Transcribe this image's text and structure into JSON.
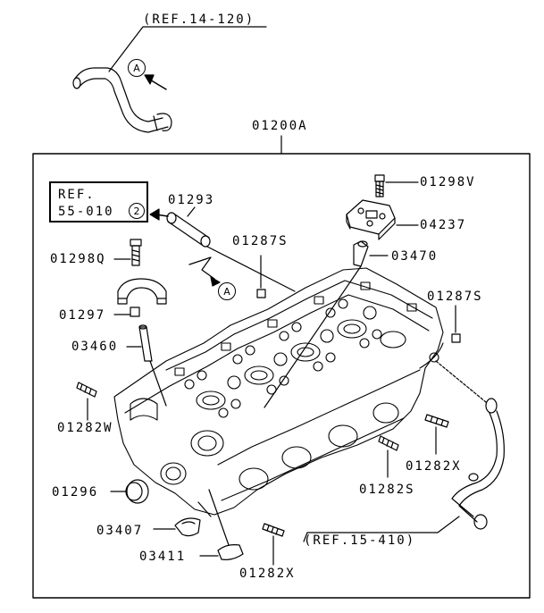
{
  "labels": {
    "ref_14_120": "(REF.14-120)",
    "assy": "01200A",
    "p01298v": "01298V",
    "p04237": "04237",
    "p01293": "01293",
    "p01287s_a": "01287S",
    "p03470": "03470",
    "p01298q": "01298Q",
    "p01287s_b": "01287S",
    "p01297": "01297",
    "p03460": "03460",
    "p01282w": "01282W",
    "p01282x_a": "01282X",
    "p01282s": "01282S",
    "p01296": "01296",
    "p03407": "03407",
    "ref_15_410": "(REF.15-410)",
    "p03411": "03411",
    "p01282x_b": "01282X"
  },
  "ref_box": {
    "line1": "REF.",
    "line2": "55-010",
    "circle": "2"
  },
  "markers": {
    "a_top": "A",
    "a_mid": "A"
  }
}
